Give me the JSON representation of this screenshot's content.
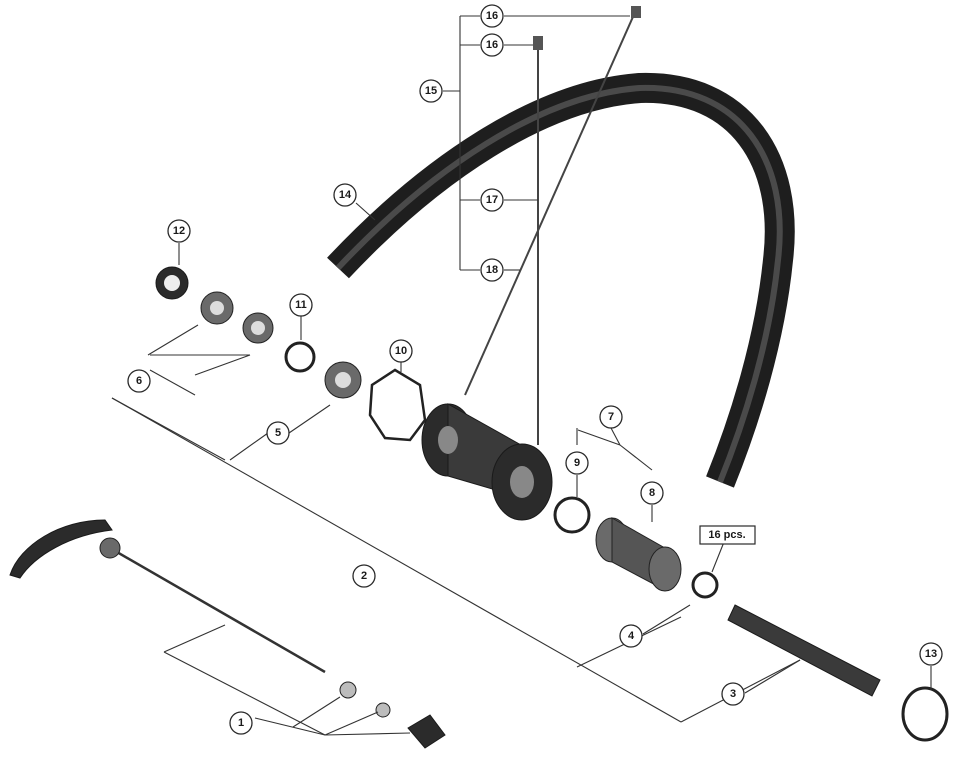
{
  "diagram": {
    "callouts": {
      "c1": "1",
      "c2": "2",
      "c3": "3",
      "c4": "4",
      "c5": "5",
      "c6": "6",
      "c7": "7",
      "c8": "8",
      "c9": "9",
      "c10": "10",
      "c11": "11",
      "c12": "12",
      "c13": "13",
      "c14": "14",
      "c15": "15",
      "c16a": "16",
      "c16b": "16",
      "c17": "17",
      "c18": "18"
    },
    "note_16pcs": "16 pcs."
  }
}
